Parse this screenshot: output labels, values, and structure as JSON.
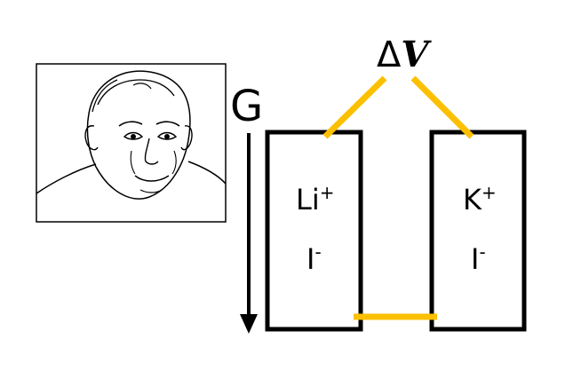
{
  "free_energy_label": "G",
  "voltage_label": {
    "symbol": "Δ",
    "variable": "V"
  },
  "left_cell": {
    "cation": {
      "base": "Li",
      "charge": "+"
    },
    "anion": {
      "base": "I",
      "charge": "-"
    }
  },
  "right_cell": {
    "cation": {
      "base": "K",
      "charge": "+"
    },
    "anion": {
      "base": "I",
      "charge": "-"
    }
  },
  "colors": {
    "wire": "#fcc000",
    "outline": "#000000",
    "background": "#ffffff"
  },
  "icons": {
    "portrait": "person-portrait-line-drawing",
    "arrow": "arrow-down"
  }
}
